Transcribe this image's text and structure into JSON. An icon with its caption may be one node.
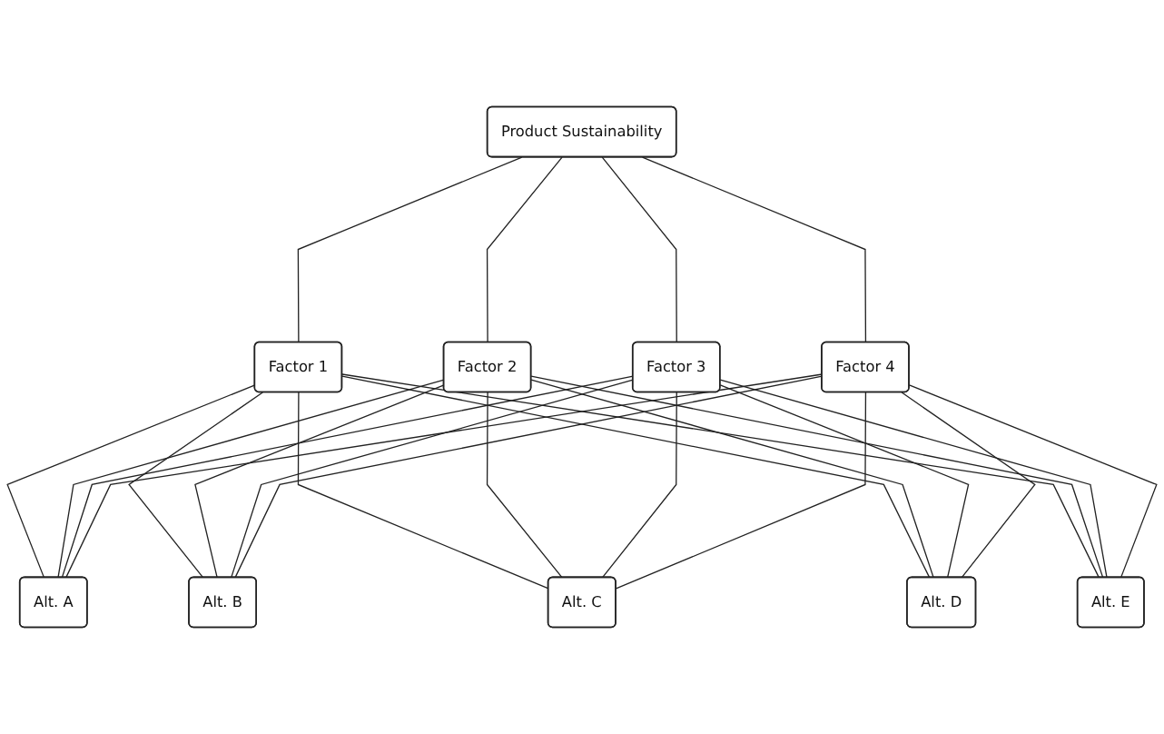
{
  "diagram": {
    "nodes": [
      {
        "text": [
          "Product Sustainability"
        ]
      },
      {
        "text": [
          "Factor 1"
        ]
      },
      {
        "text": [
          "Factor 2"
        ]
      },
      {
        "text": [
          "Factor 3"
        ]
      },
      {
        "text": [
          "Factor 4"
        ]
      },
      {
        "text": [
          "Alt. A"
        ]
      },
      {
        "text": [
          "Alt. B"
        ]
      },
      {
        "text": [
          "Alt. C"
        ]
      },
      {
        "text": [
          "Alt. D"
        ]
      },
      {
        "text": [
          "Alt. E"
        ]
      }
    ],
    "edges": [
      {
        "from": 0,
        "to": 1,
        "arrow": "none"
      },
      {
        "from": 0,
        "to": 2,
        "arrow": "none"
      },
      {
        "from": 0,
        "to": 3,
        "arrow": "none"
      },
      {
        "from": 0,
        "to": 4,
        "arrow": "none"
      },
      {
        "from": 1,
        "to": 5,
        "arrow": "none"
      },
      {
        "from": 1,
        "to": 6,
        "arrow": "none"
      },
      {
        "from": 1,
        "to": 7,
        "arrow": "none"
      },
      {
        "from": 1,
        "to": 8,
        "arrow": "none"
      },
      {
        "from": 1,
        "to": 9,
        "arrow": "none"
      },
      {
        "from": 2,
        "to": 5,
        "arrow": "none"
      },
      {
        "from": 2,
        "to": 6,
        "arrow": "none"
      },
      {
        "from": 2,
        "to": 7,
        "arrow": "none"
      },
      {
        "from": 2,
        "to": 8,
        "arrow": "none"
      },
      {
        "from": 2,
        "to": 9,
        "arrow": "none"
      },
      {
        "from": 3,
        "to": 5,
        "arrow": "none"
      },
      {
        "from": 3,
        "to": 6,
        "arrow": "none"
      },
      {
        "from": 3,
        "to": 7,
        "arrow": "none"
      },
      {
        "from": 3,
        "to": 8,
        "arrow": "none"
      },
      {
        "from": 3,
        "to": 9,
        "arrow": "none"
      },
      {
        "from": 4,
        "to": 5,
        "arrow": "none"
      },
      {
        "from": 4,
        "to": 6,
        "arrow": "none"
      },
      {
        "from": 4,
        "to": 7,
        "arrow": "none"
      },
      {
        "from": 4,
        "to": 8,
        "arrow": "none"
      },
      {
        "from": 4,
        "to": 9,
        "arrow": "none"
      }
    ]
  }
}
